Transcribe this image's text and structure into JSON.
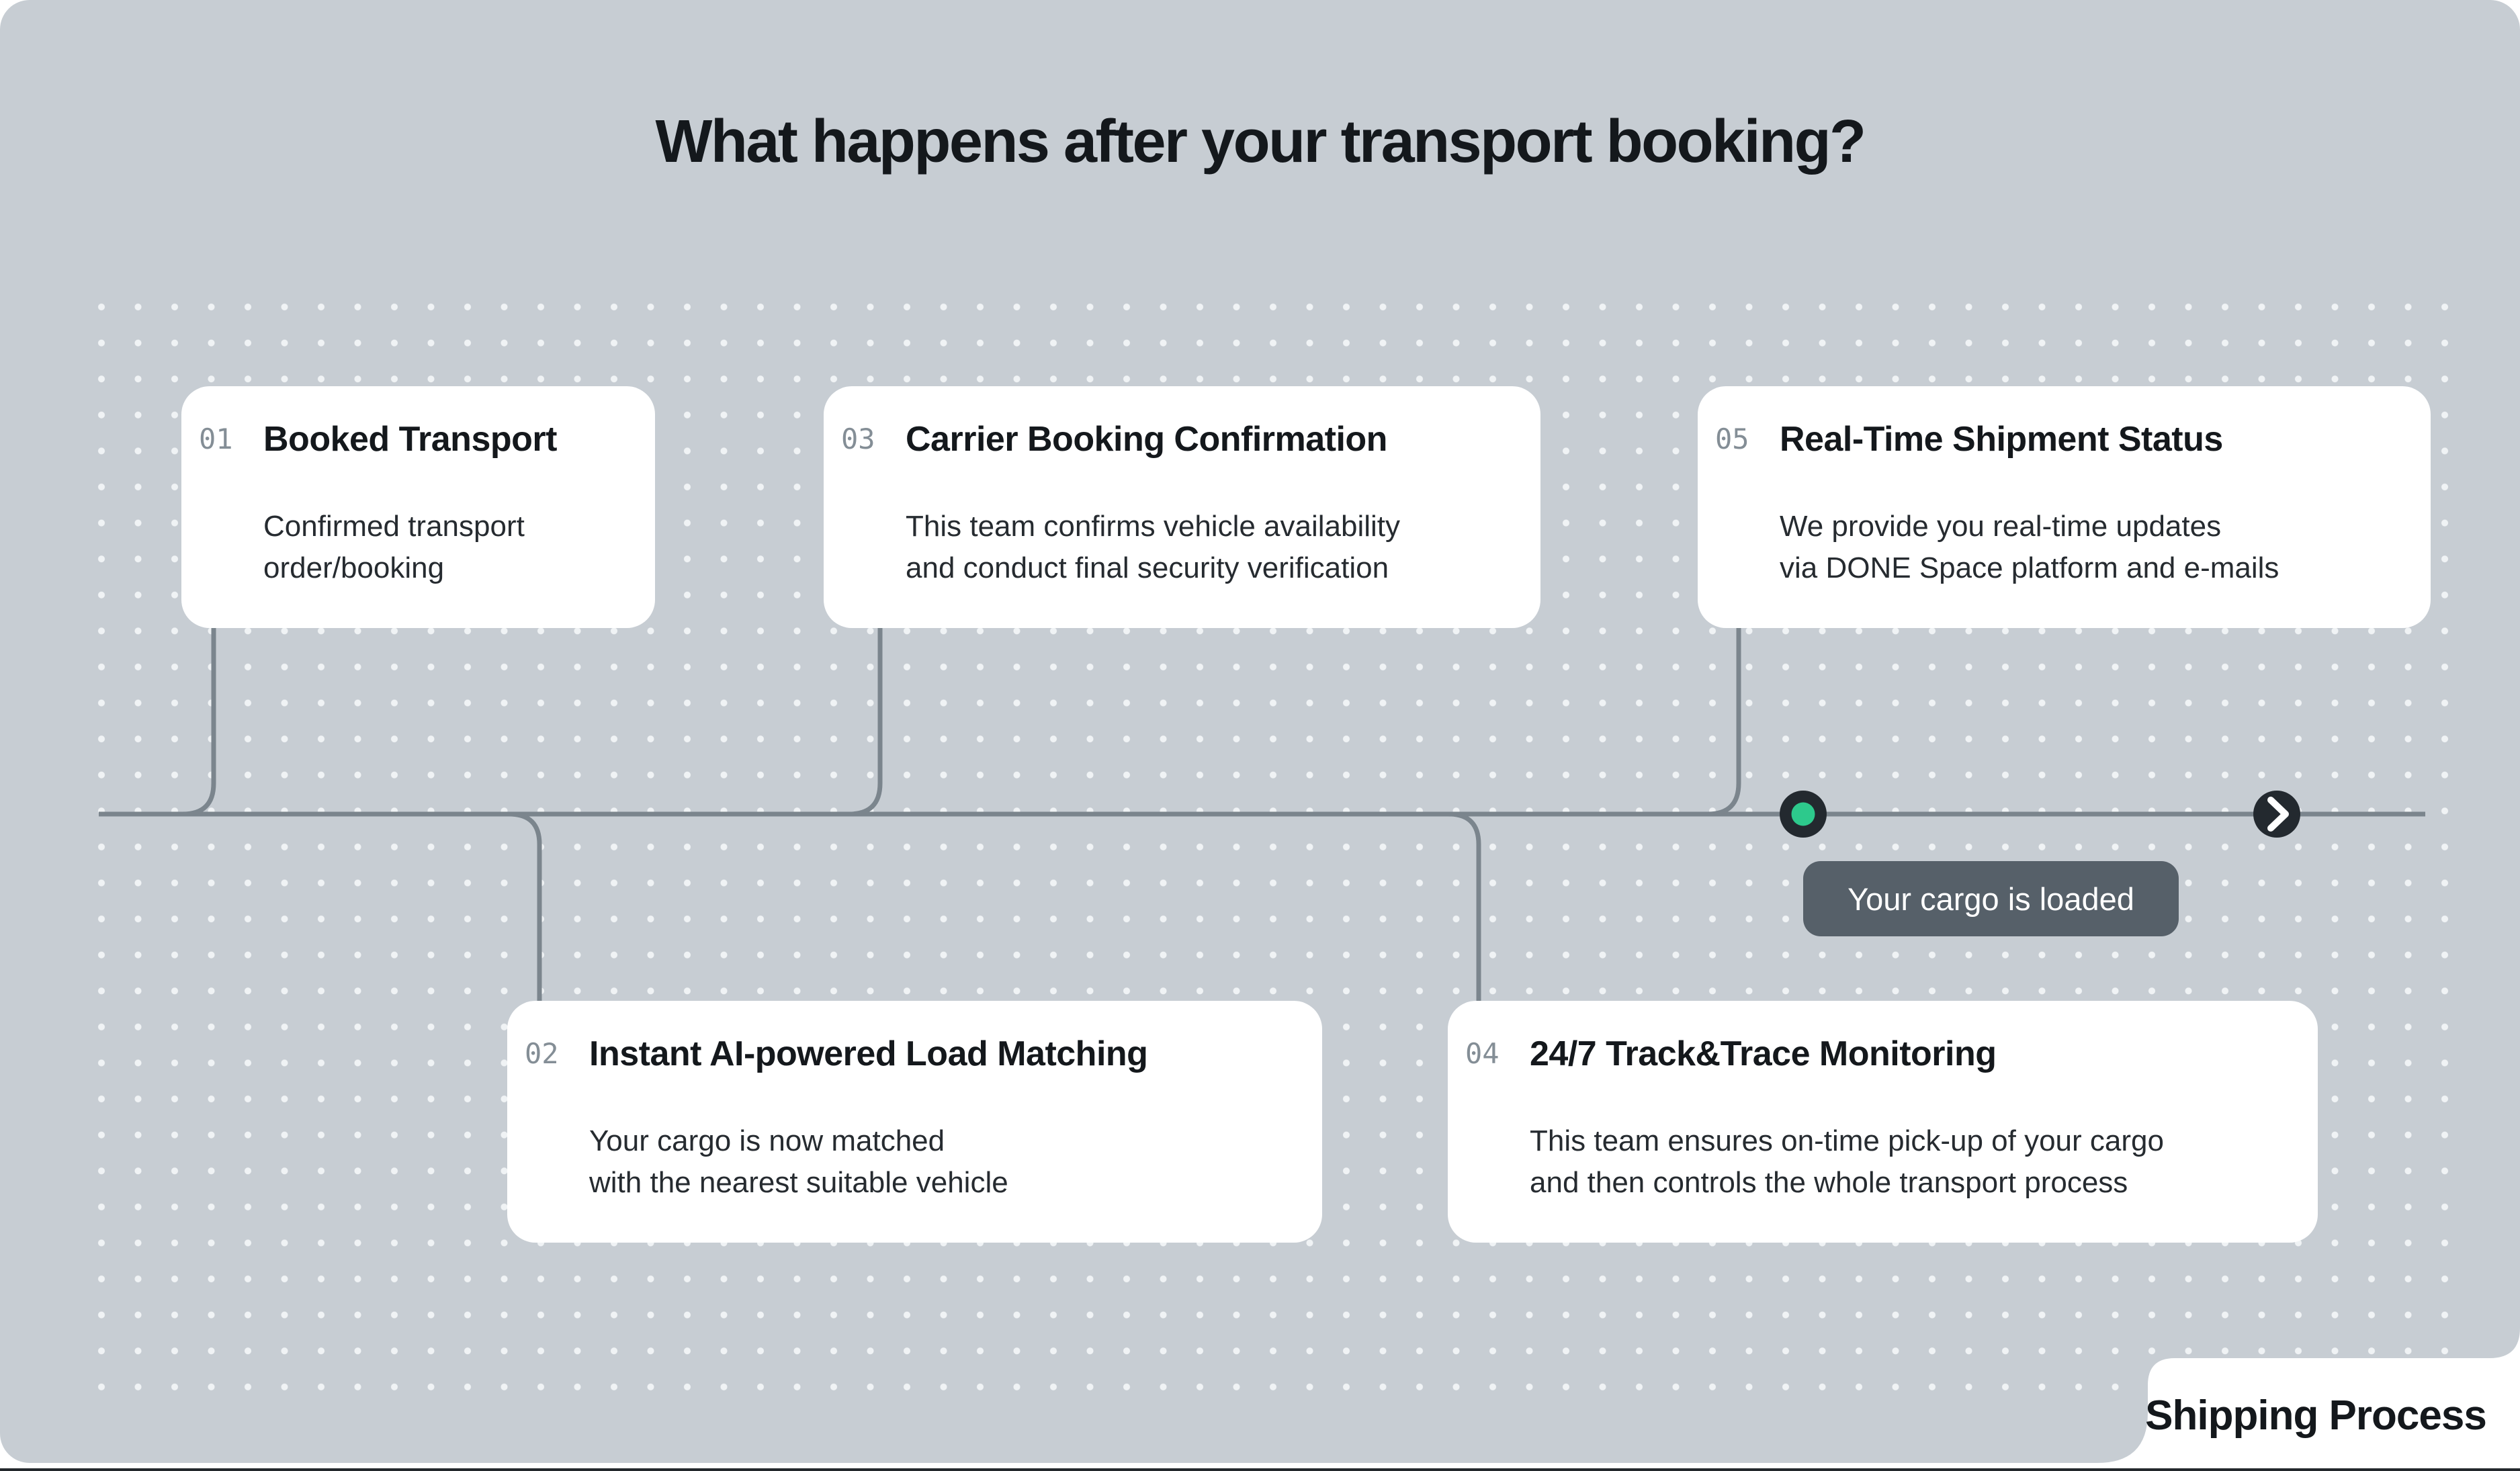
{
  "header": {
    "title": "What happens after your transport booking?"
  },
  "cards": [
    {
      "num": "01",
      "title": "Booked Transport",
      "body_line1": "Confirmed transport",
      "body_line2": "order/booking"
    },
    {
      "num": "02",
      "title": "Instant AI-powered Load Matching",
      "body_line1": "Your cargo is now matched",
      "body_line2": "with the nearest suitable vehicle"
    },
    {
      "num": "03",
      "title": "Carrier Booking Confirmation",
      "body_line1": "This team confirms vehicle availability",
      "body_line2": "and conduct final security verification"
    },
    {
      "num": "04",
      "title": "24/7 Track&Trace Monitoring",
      "body_line1": "This team ensures on-time pick-up of your cargo",
      "body_line2": "and then controls the whole transport process"
    },
    {
      "num": "05",
      "title": "Real-Time Shipment Status",
      "body_line1": "We provide you real-time updates",
      "body_line2": "via DONE Space platform and e-mails"
    }
  ],
  "timeline": {
    "tooltip": "Your cargo is loaded",
    "marker_icon": "cargo-loaded-dot",
    "chevron_icon": "chevron-right-icon"
  },
  "footer_tab": {
    "label": "Shipping Process"
  },
  "colors": {
    "page_bg": "#ffffff",
    "canvas": "#c7cdd3",
    "card": "#ffffff",
    "ink": "#14181c",
    "body_text": "#262b30",
    "step_number": "#848e96",
    "line": "#7b858d",
    "accent_green": "#2dc98c",
    "node_dark": "#23292f",
    "tooltip_bg": "#566069",
    "tooltip_text": "#ffffff",
    "dot": "#f0f3f5",
    "strip": "#23282c"
  }
}
